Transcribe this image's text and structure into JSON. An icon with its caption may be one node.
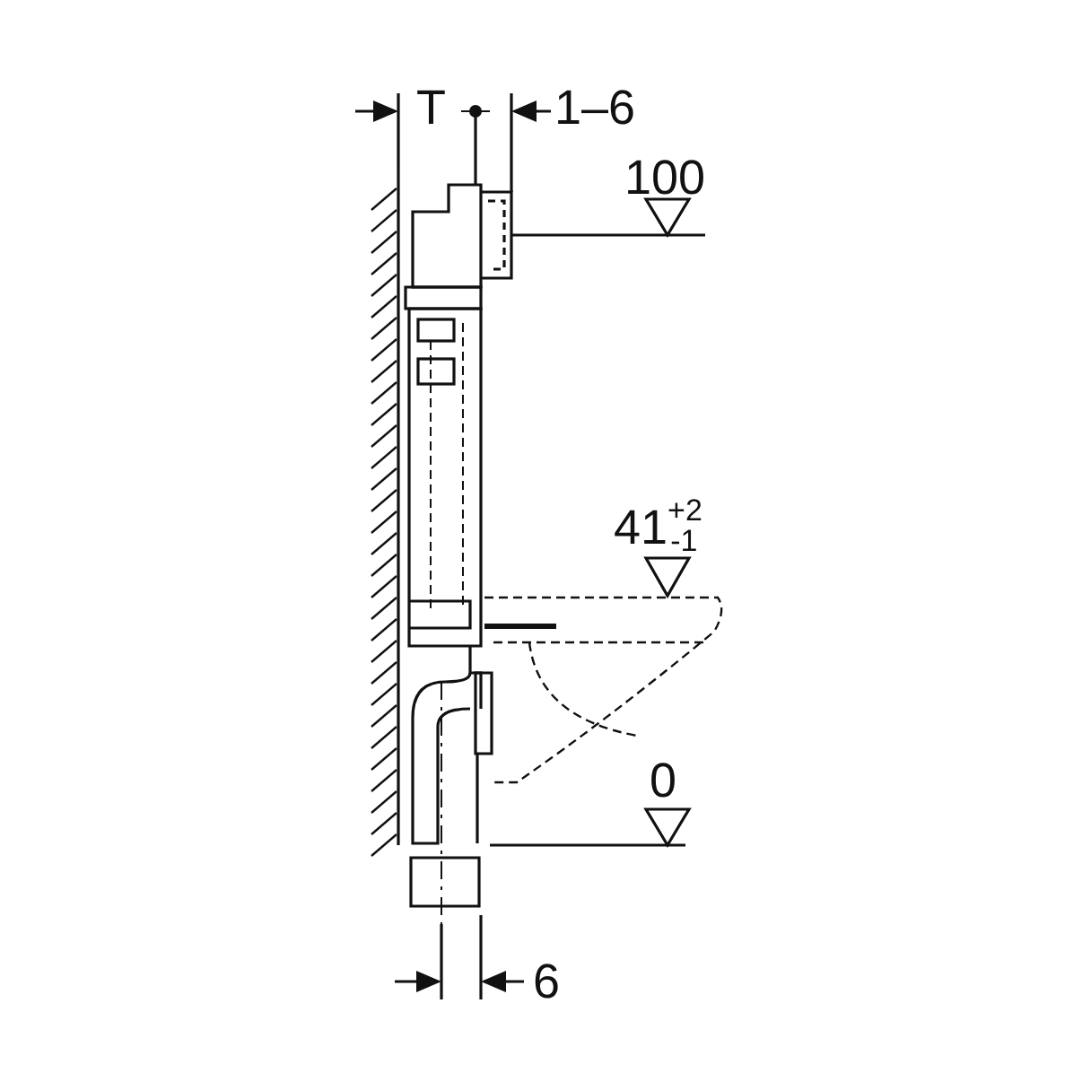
{
  "diagram": {
    "labels": [
      "T",
      "1–6",
      "100",
      "41$^{+2}$$_{-1}$",
      "0",
      "6"
    ]
  }
}
